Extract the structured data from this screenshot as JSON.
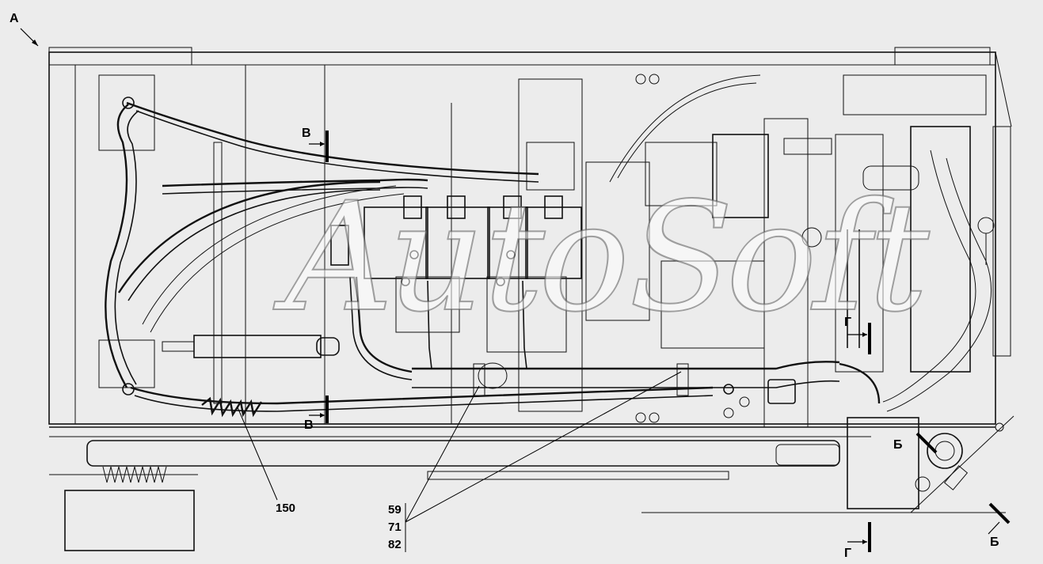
{
  "view_marker": "А",
  "section_marks": {
    "v_top": "В",
    "v_bottom": "В",
    "g_mid": "Г",
    "g_bottom": "Г",
    "b_mid": "Б",
    "b_bottom": "Б"
  },
  "callouts": {
    "c150": "150",
    "c59": "59",
    "c71": "71",
    "c82": "82"
  },
  "watermark": "AutoSoft"
}
